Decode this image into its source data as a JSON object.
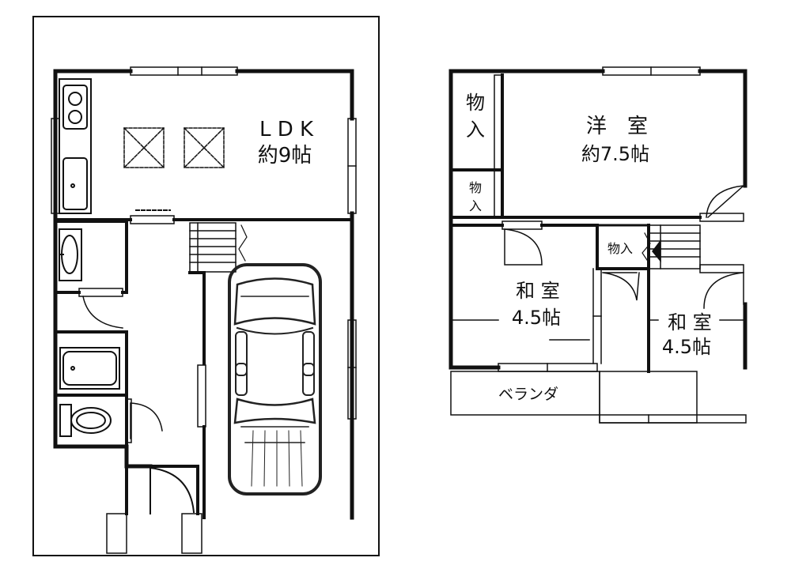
{
  "floor1": {
    "ldk": {
      "name": "L D K",
      "size": "約9帖"
    }
  },
  "floor2": {
    "western": {
      "name": "洋　室",
      "size": "約7.5帖"
    },
    "closet_top": {
      "line1": "物",
      "line2": "入"
    },
    "closet_mid": {
      "line1": "物",
      "line2": "入"
    },
    "closet_stair": {
      "label": "物入"
    },
    "japanese_left": {
      "name": "和 室",
      "size": "4.5帖"
    },
    "japanese_right": {
      "name": "和 室",
      "size": "4.5帖"
    },
    "veranda": {
      "label": "ベランダ"
    }
  },
  "colors": {
    "wall": "#111111",
    "background": "#ffffff",
    "fixture": "#222222"
  }
}
